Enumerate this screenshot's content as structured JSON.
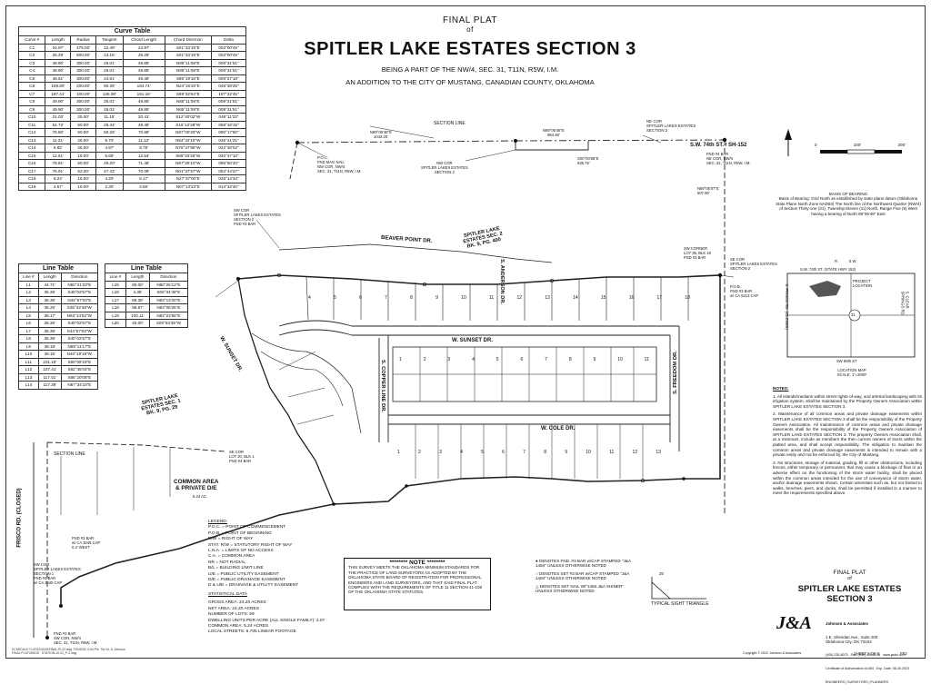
{
  "title": {
    "final_plat": "FINAL PLAT",
    "of": "of",
    "name": "SPITLER LAKE ESTATES SECTION 3",
    "sub1": "BEING A PART OF THE NW/4, SEC. 31, T11N, R5W, I.M.",
    "sub2": "AN ADDITION TO THE CITY OF MUSTANG, CANADIAN COUNTY, OKLAHOMA"
  },
  "curve_table": {
    "title": "Curve Table",
    "headers": [
      "Curve #",
      "Length",
      "Radius",
      "Tangent",
      "Chord Length",
      "Chord Direction",
      "Delta"
    ],
    "rows": [
      [
        "C1",
        "24.97'",
        "475.00'",
        "12.49'",
        "24.97'",
        "S01°33'19\"E",
        "003°00'45\""
      ],
      [
        "C2",
        "26.29'",
        "500.00'",
        "13.15'",
        "26.29'",
        "S01°33'19\"E",
        "003°00'45\""
      ],
      [
        "C3",
        "49.90'",
        "300.00'",
        "25.01'",
        "49.85'",
        "N85°11'08\"E",
        "009°31'51\""
      ],
      [
        "C4",
        "49.90'",
        "300.00'",
        "25.01'",
        "49.85'",
        "N85°11'08\"E",
        "009°31'51\""
      ],
      [
        "C5",
        "46.51'",
        "300.00'",
        "24.61'",
        "49.48'",
        "S85°19'18\"E",
        "009°27'18\""
      ],
      [
        "C6",
        "169.80'",
        "200.00'",
        "90.39'",
        "164.74'",
        "N24°16'20\"E",
        "048°38'25\""
      ],
      [
        "C7",
        "187.41'",
        "100.00'",
        "136.08'",
        "161.16'",
        "S89°32'54\"E",
        "107°22'45\""
      ],
      [
        "C8",
        "49.90'",
        "300.00'",
        "25.01'",
        "49.85'",
        "N85°11'08\"E",
        "009°31'51\""
      ],
      [
        "C9",
        "49.90'",
        "300.00'",
        "25.01'",
        "49.85'",
        "N85°11'08\"E",
        "009°31'51\""
      ],
      [
        "C10",
        "21.03'",
        "25.00'",
        "11.18'",
        "20.41'",
        "S12°40'02\"W",
        "048°11'23\""
      ],
      [
        "C11",
        "51.72'",
        "50.00'",
        "28.44'",
        "49.45'",
        "S16°12'28\"W",
        "059°16'15\""
      ],
      [
        "C12",
        "78.80'",
        "50.00'",
        "50.26'",
        "70.89'",
        "N87°00'29\"W",
        "090°17'50\""
      ],
      [
        "C13",
        "11.21'",
        "25.00'",
        "5.70'",
        "11.12'",
        "N54°42'15\"W",
        "025°41'21\""
      ],
      [
        "C14",
        "9.82'",
        "25.00'",
        "4.97'",
        "9.75'",
        "N78°47'56\"W",
        "022°30'02\""
      ],
      [
        "C15",
        "12.61'",
        "18.00'",
        "6.69'",
        "12.54'",
        "S89°33'26\"W",
        "040°47'10\""
      ],
      [
        "C16",
        "78.81'",
        "50.00'",
        "49.20'",
        "71.48'",
        "N87°25'10\"W",
        "086°50'20\""
      ],
      [
        "C17",
        "76.91'",
        "52.00'",
        "47.43'",
        "70.09'",
        "N01°37'57\"W",
        "084°44'27\""
      ],
      [
        "C18",
        "8.24'",
        "18.00'",
        "4.20'",
        "8.17'",
        "N27°37'00\"E",
        "026°14'34\""
      ],
      [
        "C19",
        "4.57'",
        "18.00'",
        "2.30'",
        "4.56'",
        "N07°13'23\"E",
        "014°32'40\""
      ]
    ]
  },
  "line_table_1": {
    "title": "Line Table",
    "headers": [
      "Line #",
      "Length",
      "Direction"
    ],
    "rows": [
      [
        "L1",
        "44.71'",
        "N60°21'23\"E"
      ],
      [
        "L2",
        "35.36'",
        "S40°02'57\"E"
      ],
      [
        "L3",
        "35.36'",
        "N44°57'03\"E"
      ],
      [
        "L4",
        "35.26'",
        "S35°32'48\"W"
      ],
      [
        "L5",
        "36.17'",
        "N53°14'52\"W"
      ],
      [
        "L6",
        "35.36'",
        "S40°02'57\"E"
      ],
      [
        "L7",
        "35.36'",
        "S44°57'03\"W"
      ],
      [
        "L8",
        "35.36'",
        "S40°02'57\"E"
      ],
      [
        "L9",
        "38.18'",
        "N58°11'17\"E"
      ],
      [
        "L10",
        "38.15'",
        "N40°19'18\"W"
      ],
      [
        "L11",
        "101.15'",
        "S80°06'16\"E"
      ],
      [
        "L12",
        "107.41'",
        "S82°45'04\"E"
      ],
      [
        "L13",
        "117.01'",
        "S86°20'08\"E"
      ],
      [
        "L14",
        "117.39'",
        "N87°34'10\"E"
      ]
    ]
  },
  "line_table_2": {
    "title": "Line Table",
    "headers": [
      "Line #",
      "Length",
      "Direction"
    ],
    "rows": [
      [
        "L15",
        "60.00'",
        "N80°25'12\"E"
      ],
      [
        "L16",
        "4.35'",
        "S06°34'48\"E"
      ],
      [
        "L17",
        "69.39'",
        "N83°13'20\"E"
      ],
      [
        "L18",
        "56.57'",
        "N84°06'26\"E"
      ],
      [
        "L19",
        "100.11'",
        "N82°23'56\"E"
      ],
      [
        "L20",
        "20.00'",
        "S00°54'35\"W"
      ]
    ]
  },
  "streets": {
    "beaver_point": "BEAVER POINT DR.",
    "w_sunset": "W. SUNSET DR.",
    "w_sunset_west": "W. SUNSET DR.",
    "s_copper_line": "S. COPPER LINE DR.",
    "w_cole": "W. COLE DR.",
    "s_freedom": "S. FREEDOM DR.",
    "s_anderson": "S. ANDERSON DR.",
    "frisco": "FRISCO RD. (CLOSED)",
    "sw74": "S.W. 74th ST. / SH-152"
  },
  "callouts": {
    "section_line_top": "SECTION LINE",
    "section_line_left": "SECTION LINE",
    "ne_cor": "NE COR\nSPITLER LAKES ESTATES\nSECTION 2",
    "nw_cor": "NW COR\nSPITLER LAKES ESTATES\nSECTION 2",
    "poc": "P.O.C.\nFND MAG NAIL\nNW COR, NW/4\nSEC. 31, T11N, R5W, I.M.",
    "fnd_bar_ne": "FND #4 BAR\nNE COR, NW/4\nSEC. 31, T11N, R5W, I.M.",
    "sw_cor_sec2": "SW COR\nSPITLER LAKES ESTATES\nSECTION 2\nFND #3 BAR",
    "se_cor": "SE COR\nSPITLER LAKES ESTATES\nSECTION 2",
    "sw_corner_lot": "SW CORNER\nLOT 35, BLK 16\nFND #3 BAR",
    "pob": "P.O.B.\nFND #3 BAR\nw/ CA 5313 CAP",
    "sec2_label": "SPITLER LAKE\nESTATES SEC. 2\nBK. 9, PG. 400",
    "sec1_label": "SPITLER LAKE\nESTATES SEC. 1\nBK. 9, PG. 29",
    "sw_cor_sec1": "SW COR\nSPITLER LAKES ESTATES\nSECTION 1\nFND #4 BAR\nw/ CA 3045 CAP",
    "common_area": "COMMON AREA\n& PRIVATE D/E",
    "common_area_ac": "5.24 AC.",
    "se_cor_lot20": "SE COR\nLOT 20, BLK 1\nFND #4 BAR",
    "fnd3_3045": "FND #3 BAR\nw/ CA 3045 CAP\n0.4' WEST",
    "sw_cor_nw4": "FND #3 BAR\nSW COR, NW/4\nSEC. 31, T11N, R5W, I.M.",
    "n_bearing_1": "N89°06'48\"E\n1043.25'",
    "n_bearing_2": "N89°06'48\"E\n984.48'",
    "s_bearing_1": "S00°00'58\"E\n635.76'",
    "s_bearing_2": "N89°06'07\"E\n507.90'"
  },
  "basis_of_bearing": {
    "title": "BASIS OF BEARING",
    "text": "Basis of Bearing: Grid North as established by state plane datum (Oklahoma State Plane North Zone NAD83) The North line of the Northwest Quarter (NW/4) of Section Thirty-one (31), Township Eleven (11) North, Range Five (5) West having a bearing of North 89°06'48\" East"
  },
  "location_map": {
    "title": "LOCATION MAP",
    "scale": "SCALE: 1\"=2000'",
    "road_top": "S.W. 74th ST. (STATE HWY 152)",
    "road_bottom": "SW 89th ST",
    "road_left": "S. FRISCO RD. (CLOSED)",
    "road_right": "S. CLEAR SPRINGS RD.",
    "project": "PROJECT\nLOCATION",
    "section": "31",
    "r": "R",
    "r5w": "5 W"
  },
  "scale_bar": {
    "labels": [
      "0",
      "100'",
      "200'"
    ]
  },
  "notes": {
    "title": "NOTES:",
    "items": [
      "1.  All islands/medians within street rights-of-way, and arterial landscaping with its irrigation system, shall be maintained by the Property Owners Association within SPITLER LAKE ESTATES SECTION 3.",
      "2.  Maintenance of all common areas and private drainage easements within SPITLER LAKE ESTATES SECTION 3 shall be the responsibility of the Property Owners Association. All maintenance of common areas and private drainage easements shall be the responsibility of the Property Owners Association of SPITLER LAKE ESTATES SECTION 3. The property Owners Association shall, at a minimum, include as members the then current owners of tracts within the platted area, and shall accept responsibility. The obligation to maintain the common areas and private drainage easements is intended to remain with a private entity and not be enforced by, the City of Mustang.",
      "3.  No structures, storage of material, grading, fill or other obstructions, including fences, either temporary or permanent, that may cause a blockage of flow or an adverse effect on the functioning of the storm water facility, shall be placed within the common areas intended for the use of conveyance of storm water, and/or drainage easements shown. Certain amenities such as, but not limited to walks, benches, piers, and docks, shall be permitted if installed in a manner to meet the requirements specified above."
    ]
  },
  "legend": {
    "title": "LEGEND:",
    "items": [
      "P.O.C. = POINT OF COMMENCEMENT",
      "P.O.B. = POINT OF BEGINNING",
      "R/W = RIGHT OF WAY",
      "STAT. R/W = STATUTORY RIGHT OF WAY",
      "L.N.A. = LIMITS OF NO ACCESS",
      "C.A. = COMMON AREA",
      "NR = NOT RADIAL",
      "B/L = BUILDING LIMIT LINE",
      "U/E = PUBLIC UTILITY EASEMENT",
      "D/E = PUBLIC DRAINAGE EASEMENT",
      "D & U/E = DRAINAGE & UTILITY EASEMENT"
    ]
  },
  "statistical": {
    "title": "STATISTICAL DATA",
    "items": [
      "GROSS AREA: 24.20 ACRES",
      "NET AREA: 24.20 ACRES",
      "NUMBER OF LOTS: 59",
      "DWELLING UNITS PER ACRE (ALL SINGLE FAMILY): 2.07",
      "COMMON AREA: 5.24 ACRES",
      "LOCAL STREETS: 6,705 LINEAR FOOTAGE"
    ]
  },
  "note_box": {
    "title": "******** NOTE ********",
    "text": "THIS SURVEY MEETS THE OKLAHOMA MINIMUM STANDARDS FOR THE PRACTICE OF LAND SURVEYORS AS ADOPTED BY THE OKLAHOMA STATE BOARD OF REGISTRATION FOR PROFESSIONAL ENGINEERS AND LAND SURVEYORS, AND THAT SAID FINAL PLAT COMPLIES WITH THE REQUIREMENTS OF TITLE 11 SECTION 41-108 OF THE OKLAHOMA STATE STATUTES."
  },
  "symbols": {
    "items": [
      "● DENOTES FND. #3 BAR w/CAP STAMPED \"J&A 1484\" UNLESS OTHERWISE NOTED",
      "○ DENOTES SET #3 BAR w/CAP STAMPED \"J&A 1484\" UNLESS OTHERWISE NOTED",
      "△ DENOTES SET NAIL W/\"1484 J&A SHINER\" UNLESS OTHERWISE NOTED"
    ]
  },
  "sight_triangle": {
    "label": "TYPICAL SIGHT TRIANGLE",
    "dim": "25'"
  },
  "plat_block": {
    "line1": "FINAL PLAT",
    "line2": "of",
    "line3": "SPITLER LAKE ESTATES",
    "line4": "SECTION 3"
  },
  "firm": {
    "logo": "J&A",
    "name": "Johnson & Associates",
    "address": "1 E. Sheridan Ave., Suite 200\nOklahoma City, OK 73104",
    "phone": "(405) 235-8075   Fax: (405) 235-8078   www.jaokc.com",
    "cert": "Certificate of Authorization #1484   Exp. Date: 06-30-2023",
    "disciplines": "ENGINEERS | SURVEYORS | PLANNERS"
  },
  "footer": {
    "copyright": "Copyright © 2022 Johnson & Associates",
    "sheet": "SHEET 2 OF 3",
    "code": "FP2",
    "file_left": "SCHEDULE H:\\2022\\3043\\FINAL PLAT.dwg 7/20/2022 3:04 PM  Tim M. & Johnson\nFINAL PLAT\\DWGS   STATION-10-02_P-2.dwg"
  },
  "lots": {
    "north_row": [
      "4",
      "5",
      "6",
      "7",
      "8",
      "9",
      "10",
      "11",
      "12",
      "13",
      "14",
      "15",
      "16",
      "17",
      "18"
    ],
    "middle_row": [
      "1",
      "2",
      "3",
      "4",
      "5",
      "6",
      "7",
      "8",
      "9",
      "10",
      "11"
    ],
    "south_row": [
      "1",
      "2",
      "3",
      "4",
      "5",
      "6",
      "7",
      "8",
      "9",
      "10",
      "11",
      "12",
      "13"
    ]
  }
}
